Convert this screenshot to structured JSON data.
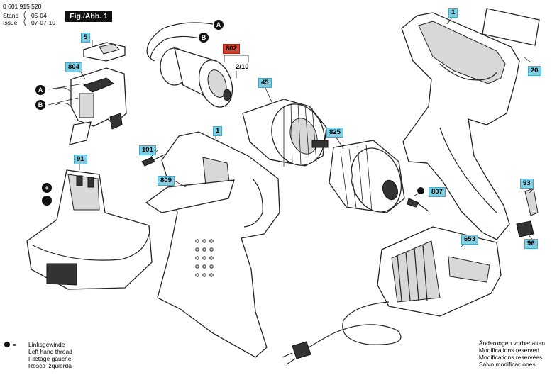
{
  "header": {
    "part_number": "0 601 915 520",
    "stand_label": "Stand",
    "stand_value": "05-04",
    "issue_label": "Issue",
    "issue_value": "07-07-10",
    "figure_title": "Fig./Abb. 1"
  },
  "parts": {
    "p1_upper": "1",
    "p1_lower": "1",
    "p5": "5",
    "p20": "20",
    "p45": "45",
    "p91": "91",
    "p93": "93",
    "p96": "96",
    "p101": "101",
    "p653": "653",
    "p802": "802",
    "p804": "804",
    "p807": "807",
    "p809": "809",
    "p825": "825",
    "p2_10": "2/10"
  },
  "connectors": {
    "a": "A",
    "b": "B",
    "plus": "+",
    "minus": "–"
  },
  "legend_left": {
    "bullet_equals": "=",
    "lines": [
      "Linksgewinde",
      "Left hand thread",
      "Filetage gauche",
      "Rosca izquierda"
    ]
  },
  "legend_right": {
    "lines": [
      "Änderungen vorbehalten",
      "Modifications reserved",
      "Modifications reservées",
      "Salvo modificaciones"
    ]
  },
  "colors": {
    "label_bg": "#7ecde3",
    "label_highlight_bg": "#d9412e"
  }
}
